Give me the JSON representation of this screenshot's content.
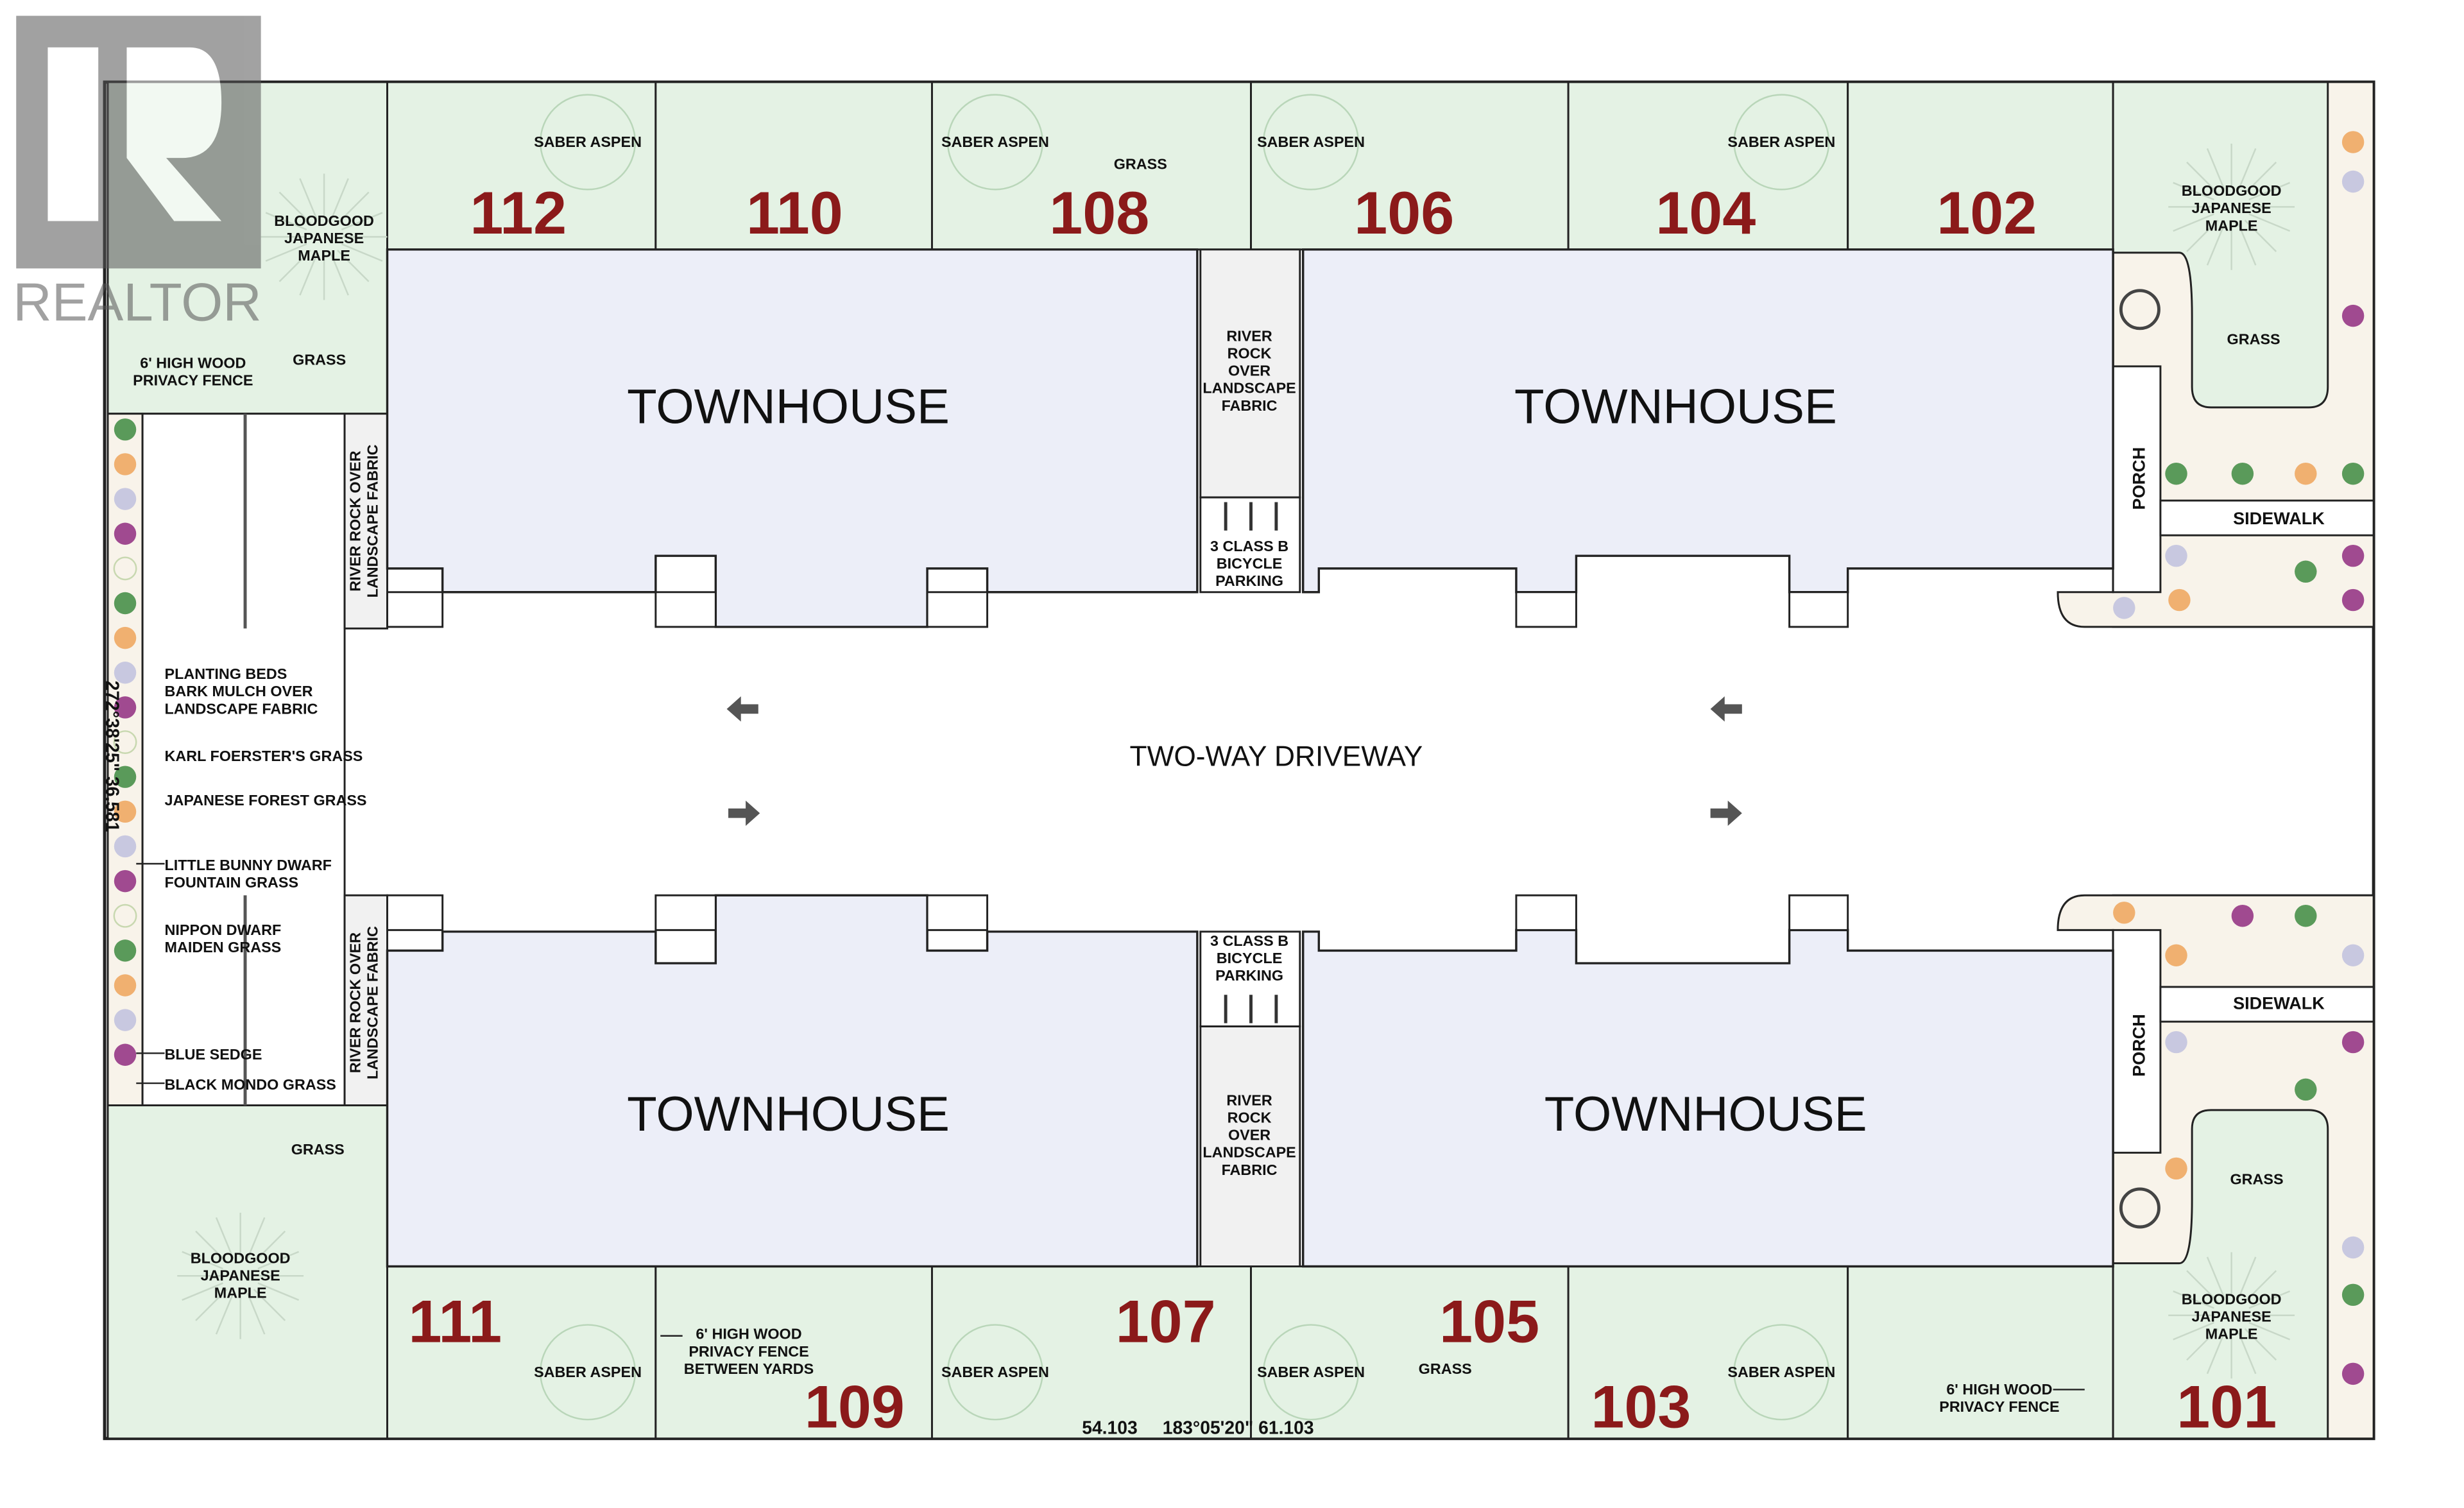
{
  "logo": {
    "text": "REALTOR",
    "mark": "R"
  },
  "lots": {
    "top": [
      "112",
      "110",
      "108",
      "106",
      "104",
      "102"
    ],
    "bottom": [
      "111",
      "109",
      "107",
      "105",
      "103",
      "101"
    ]
  },
  "buildings": {
    "townhouse": "TOWNHOUSE"
  },
  "driveway": {
    "label": "TWO-WAY DRIVEWAY"
  },
  "labels": {
    "saber_aspen": "SABER ASPEN",
    "grass": "GRASS",
    "bloodgood": [
      "BLOODGOOD",
      "JAPANESE",
      "MAPLE"
    ],
    "fence": [
      "6' HIGH WOOD",
      "PRIVACY FENCE"
    ],
    "fence_between": [
      "6' HIGH WOOD",
      "PRIVACY FENCE",
      "BETWEEN YARDS"
    ],
    "river_rock_center": [
      "RIVER",
      "ROCK",
      "OVER",
      "LANDSCAPE",
      "FABRIC"
    ],
    "river_rock_side": [
      "RIVER ROCK OVER",
      "LANDSCAPE FABRIC"
    ],
    "bicycle": [
      "3 CLASS B",
      "BICYCLE",
      "PARKING"
    ],
    "porch": "PORCH",
    "sidewalk": "SIDEWALK"
  },
  "legend": {
    "planting_beds": [
      "PLANTING BEDS",
      "BARK MULCH OVER",
      "LANDSCAPE FABRIC"
    ],
    "karl": "KARL FOERSTER'S GRASS",
    "japanese_forest": "JAPANESE FOREST GRASS",
    "little_bunny": [
      "LITTLE BUNNY DWARF",
      "FOUNTAIN GRASS"
    ],
    "nippon": [
      "NIPPON DWARF",
      "MAIDEN GRASS"
    ],
    "blue_sedge": "BLUE SEDGE",
    "black_mondo": "BLACK MONDO GRASS"
  },
  "dimensions": {
    "bottom_left": "54.103",
    "bottom_right": "183°05'20\" 61.103",
    "left": "272°38'25\" 36.581"
  },
  "colors": {
    "lot_number": "#8b1a1a",
    "grass": "#e4f2e4",
    "building": "#eceef8",
    "bed": "#f8f3ea"
  }
}
